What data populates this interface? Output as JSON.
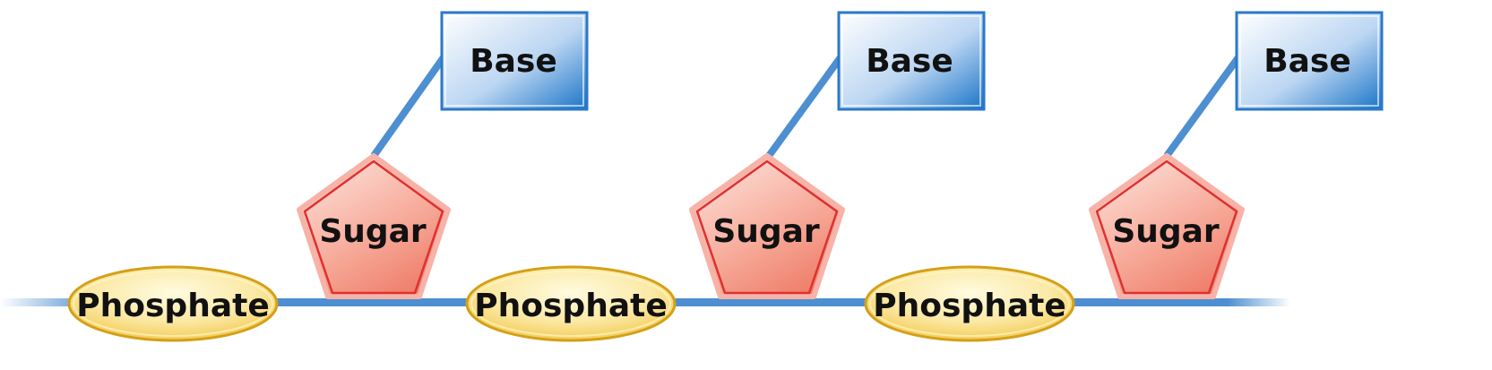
{
  "nucleotides": [
    {
      "phosphate_label": "Phosphate",
      "sugar_label": "Sugar",
      "base_label": "Base"
    },
    {
      "phosphate_label": "Phosphate",
      "sugar_label": "Sugar",
      "base_label": "Base"
    },
    {
      "phosphate_label": "Phosphate",
      "sugar_label": "Sugar",
      "base_label": "Base"
    }
  ],
  "colors": {
    "backbone": "#4d8fd1",
    "phosphate_fill_light": "#fffbe0",
    "phosphate_fill_dark": "#f2c74a",
    "phosphate_stroke": "#d4a017",
    "sugar_fill_light": "#fde0d8",
    "sugar_fill_dark": "#ee7a66",
    "sugar_stroke": "#e03030",
    "base_fill_light": "#e6f0fb",
    "base_fill_dark": "#1a74c8",
    "base_stroke": "#2a78c9"
  }
}
